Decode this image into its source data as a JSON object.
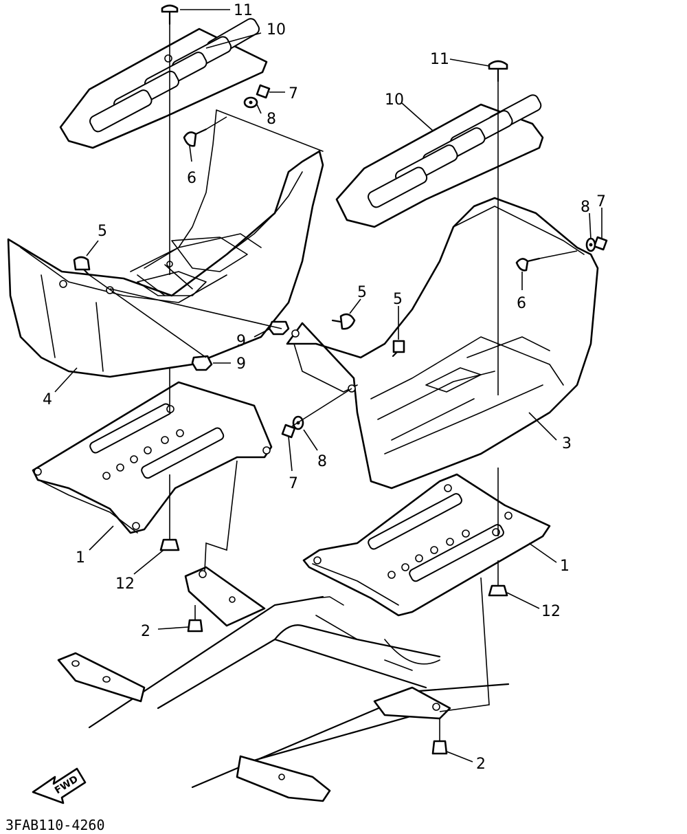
{
  "diagram": {
    "code": "3FAB110-4260",
    "fwd_label": "FWD",
    "callouts": {
      "n11_left": "11",
      "n10_left": "10",
      "n7_left": "7",
      "n8_left": "8",
      "n6_left": "6",
      "n5_left": "5",
      "n9_upper": "9",
      "n9_lower": "9",
      "n4": "4",
      "n1_left": "1",
      "n12_left": "12",
      "n2_left": "2",
      "n11_right": "11",
      "n10_right": "10",
      "n8_right": "8",
      "n7_right": "7",
      "n6_right": "6",
      "n5_mid": "5",
      "n5_right": "5",
      "n3": "3",
      "n8_mid": "8",
      "n7_mid": "7",
      "n1_right": "1",
      "n12_right": "12",
      "n2_right": "2"
    }
  }
}
